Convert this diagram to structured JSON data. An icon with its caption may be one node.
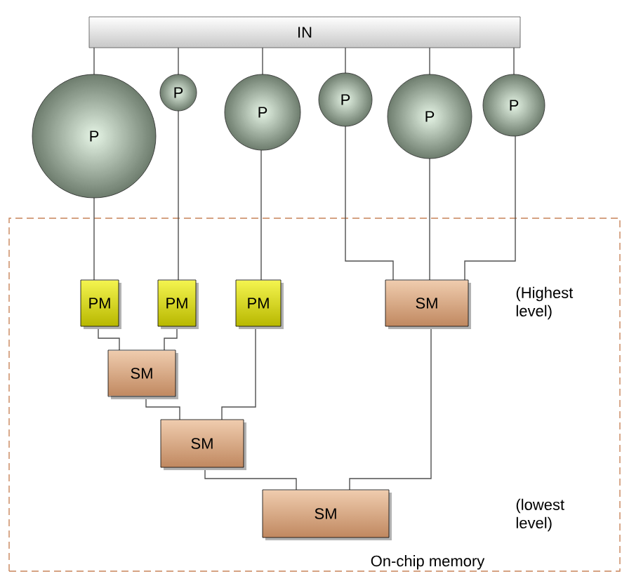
{
  "diagram": {
    "nodes": [
      {
        "text": [
          "IN"
        ]
      },
      {
        "text": [
          "On-chip memory"
        ]
      },
      {
        "text": [
          "P"
        ]
      },
      {
        "text": [
          "P"
        ]
      },
      {
        "text": [
          "P"
        ]
      },
      {
        "text": [
          "P"
        ]
      },
      {
        "text": [
          "P"
        ]
      },
      {
        "text": [
          "P"
        ]
      },
      {
        "text": [
          "PM"
        ],
        "in": 1
      },
      {
        "text": [
          "PM"
        ],
        "in": 1
      },
      {
        "text": [
          "PM"
        ],
        "in": 1
      },
      {
        "text": [
          "SM"
        ],
        "in": 1
      },
      {
        "text": [
          "SM"
        ],
        "in": 1
      },
      {
        "text": [
          "SM"
        ],
        "in": 1
      },
      {
        "text": [
          "SM"
        ],
        "in": 1
      }
    ],
    "edges": [
      {
        "from": 0,
        "to": 2,
        "arrow": "none"
      },
      {
        "from": 0,
        "to": 3,
        "arrow": "none"
      },
      {
        "from": 0,
        "to": 4,
        "arrow": "none"
      },
      {
        "from": 0,
        "to": 5,
        "arrow": "none"
      },
      {
        "from": 0,
        "to": 6,
        "arrow": "none"
      },
      {
        "from": 0,
        "to": 7,
        "arrow": "none"
      },
      {
        "from": 2,
        "to": 8,
        "arrow": "none"
      },
      {
        "from": 3,
        "to": 9,
        "arrow": "none"
      },
      {
        "from": 4,
        "to": 10,
        "arrow": "none"
      },
      {
        "from": 5,
        "to": 11,
        "arrow": "none"
      },
      {
        "from": 6,
        "to": 11,
        "arrow": "none"
      },
      {
        "from": 7,
        "to": 11,
        "arrow": "none"
      },
      {
        "from": 8,
        "to": 12,
        "arrow": "none"
      },
      {
        "from": 9,
        "to": 12,
        "arrow": "none"
      },
      {
        "from": 12,
        "to": 13,
        "arrow": "none"
      },
      {
        "from": 10,
        "to": 13,
        "arrow": "none"
      },
      {
        "from": 13,
        "to": 14,
        "arrow": "none"
      },
      {
        "from": 11,
        "to": 14,
        "arrow": "none"
      }
    ],
    "labels": [
      "(Highest level)",
      "(lowest level)"
    ]
  }
}
